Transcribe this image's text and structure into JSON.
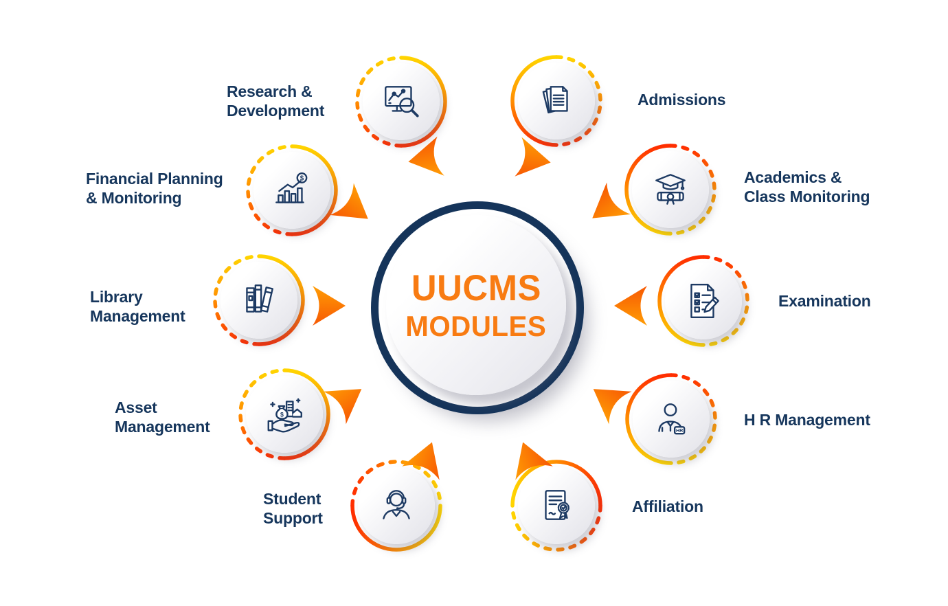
{
  "diagram": {
    "title": "UUCMS MODULES",
    "center": {
      "title_line1": "UUCMS",
      "title_line2": "MODULES"
    },
    "modules": [
      {
        "label": "Research &\nDevelopment",
        "icon": "research-monitor-magnifier-icon"
      },
      {
        "label": "Admissions",
        "icon": "documents-stack-icon"
      },
      {
        "label": "Financial Planning\n& Monitoring",
        "icon": "finance-bar-chart-dollar-icon"
      },
      {
        "label": "Academics &\nClass Monitoring",
        "icon": "graduation-cap-diploma-icon"
      },
      {
        "label": "Library\nManagement",
        "icon": "books-icon"
      },
      {
        "label": "Examination",
        "icon": "checklist-pencil-icon"
      },
      {
        "label": "Asset\nManagement",
        "icon": "hand-money-buildings-icon"
      },
      {
        "label": "H R Management",
        "icon": "hr-person-badge-icon"
      },
      {
        "label": "Student\nSupport",
        "icon": "support-agent-headset-icon"
      },
      {
        "label": "Affiliation",
        "icon": "certificate-seal-icon"
      }
    ],
    "colors": {
      "navy_text": "#16365c",
      "navy_ring": "#15345a",
      "icon_navy": "#1d3a63",
      "title_orange": "#f87b12",
      "arrow_orange_top": "#ff9d05",
      "arrow_orange_bottom": "#f75803",
      "ring_yellow": "#ffd400",
      "ring_orange": "#ff8d00",
      "ring_red": "#ff2d00"
    }
  }
}
